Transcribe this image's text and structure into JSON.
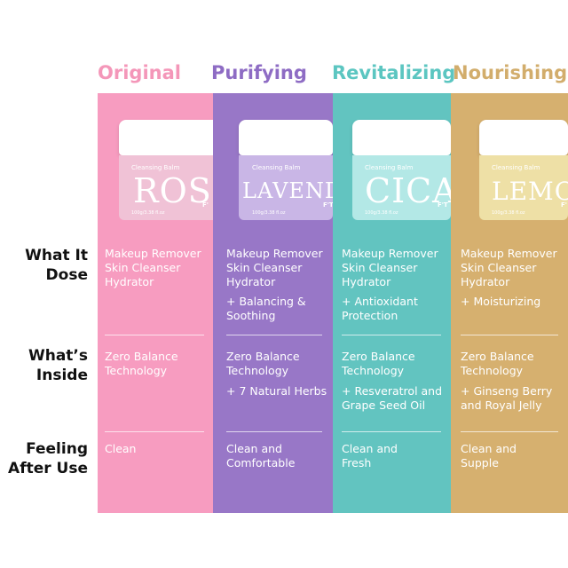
{
  "row_labels": {
    "what_it_does": "What It\nDose",
    "whats_inside": "What’s\nInside",
    "feeling": "Feeling\nAfter Use"
  },
  "variants": [
    {
      "name": "Original",
      "title_color": "#f497b9",
      "col_color": "#f79cc0",
      "jar_color": "#f0c2d6",
      "jar_small": "Cleansing Balm",
      "jar_big": "ROSE",
      "jar_mark": "F'",
      "jar_weight": "100g/3.38 fl.oz",
      "does": "Makeup Remover\nSkin Cleanser\nHydrator",
      "does_extra": "",
      "inside": "Zero Balance\nTechnology",
      "inside_extra": "",
      "feeling": "Clean"
    },
    {
      "name": "Purifying",
      "title_color": "#8e6cc4",
      "col_color": "#9877c7",
      "jar_color": "#c9b6e6",
      "jar_small": "Cleansing Balm",
      "jar_big": "LAVENDER",
      "jar_mark": "F'T",
      "jar_weight": "100g/3.38 fl.oz",
      "does": "Makeup Remover\nSkin Cleanser\nHydrator",
      "does_extra": "+ Balancing &\nSoothing",
      "inside": "Zero Balance\nTechnology",
      "inside_extra": "+ 7 Natural Herbs",
      "feeling": "Clean and\nComfortable"
    },
    {
      "name": "Revitalizing",
      "title_color": "#5cc6c1",
      "col_color": "#62c4c0",
      "jar_color": "#b3e8e6",
      "jar_small": "Cleansing Balm",
      "jar_big": "CICA",
      "jar_mark": "F'T",
      "jar_weight": "100g/3.38 fl.oz",
      "does": "Makeup Remover\nSkin Cleanser\nHydrator",
      "does_extra": "+ Antioxidant\nProtection",
      "inside": "Zero Balance\nTechnology",
      "inside_extra": "+ Resveratrol and\nGrape Seed Oil",
      "feeling": "Clean and\nFresh"
    },
    {
      "name": "Nourishing",
      "title_color": "#d2ad6c",
      "col_color": "#d6b06f",
      "jar_color": "#eee0a6",
      "jar_small": "Cleansing Balm",
      "jar_big": "LEMON",
      "jar_mark": "F'",
      "jar_weight": "100g/3.38 fl.oz",
      "does": "Makeup Remover\nSkin Cleanser\nHydrator",
      "does_extra": "+ Moisturizing",
      "inside": "Zero Balance\nTechnology",
      "inside_extra": " + Ginseng Berry\nand Royal Jelly",
      "feeling": "Clean and\nSupple"
    }
  ]
}
